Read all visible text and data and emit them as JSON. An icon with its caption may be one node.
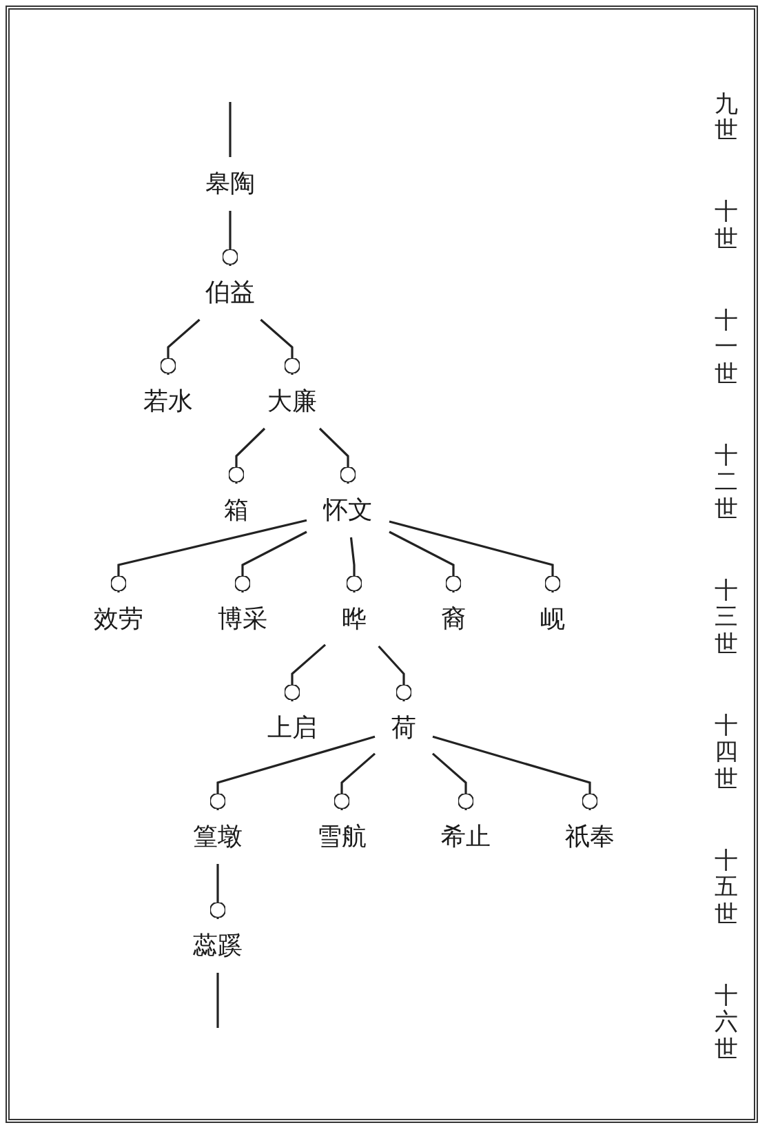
{
  "diagram": {
    "nodes": [
      {
        "text": [
          "皋陶"
        ]
      },
      {
        "text": [
          "伯益"
        ]
      },
      {
        "text": [
          "若水"
        ]
      },
      {
        "text": [
          "大廉"
        ]
      },
      {
        "text": [
          "箱"
        ]
      },
      {
        "text": [
          "怀文"
        ]
      },
      {
        "text": [
          "效劳"
        ]
      },
      {
        "text": [
          "博采"
        ]
      },
      {
        "text": [
          "晔"
        ]
      },
      {
        "text": [
          "裔"
        ]
      },
      {
        "text": [
          "岘"
        ]
      },
      {
        "text": [
          "上启"
        ]
      },
      {
        "text": [
          "荷"
        ]
      },
      {
        "text": [
          "篁墩"
        ]
      },
      {
        "text": [
          "雪航"
        ]
      },
      {
        "text": [
          "希止"
        ]
      },
      {
        "text": [
          "祇奉"
        ]
      },
      {
        "text": [
          "蕊蹊"
        ]
      }
    ],
    "edges": [
      {
        "from": null,
        "to": 0,
        "arrow": "none"
      },
      {
        "from": 0,
        "to": 1,
        "arrow": "other"
      },
      {
        "from": 1,
        "to": 2,
        "arrow": "other"
      },
      {
        "from": 1,
        "to": 3,
        "arrow": "other"
      },
      {
        "from": 3,
        "to": 4,
        "arrow": "other"
      },
      {
        "from": 3,
        "to": 5,
        "arrow": "other"
      },
      {
        "from": 5,
        "to": 6,
        "arrow": "other"
      },
      {
        "from": 5,
        "to": 7,
        "arrow": "other"
      },
      {
        "from": 5,
        "to": 8,
        "arrow": "other"
      },
      {
        "from": 5,
        "to": 9,
        "arrow": "other"
      },
      {
        "from": 5,
        "to": 10,
        "arrow": "other"
      },
      {
        "from": 8,
        "to": 11,
        "arrow": "other"
      },
      {
        "from": 8,
        "to": 12,
        "arrow": "other"
      },
      {
        "from": 12,
        "to": 13,
        "arrow": "other"
      },
      {
        "from": 12,
        "to": 14,
        "arrow": "other"
      },
      {
        "from": 12,
        "to": 15,
        "arrow": "other"
      },
      {
        "from": 12,
        "to": 16,
        "arrow": "other"
      },
      {
        "from": 13,
        "to": 17,
        "arrow": "other"
      },
      {
        "from": 17,
        "to": null,
        "arrow": "none"
      }
    ],
    "labels": [
      "九世",
      "十世",
      "十一世",
      "十二世",
      "十三世",
      "十四世",
      "十五世",
      "十六世"
    ]
  }
}
